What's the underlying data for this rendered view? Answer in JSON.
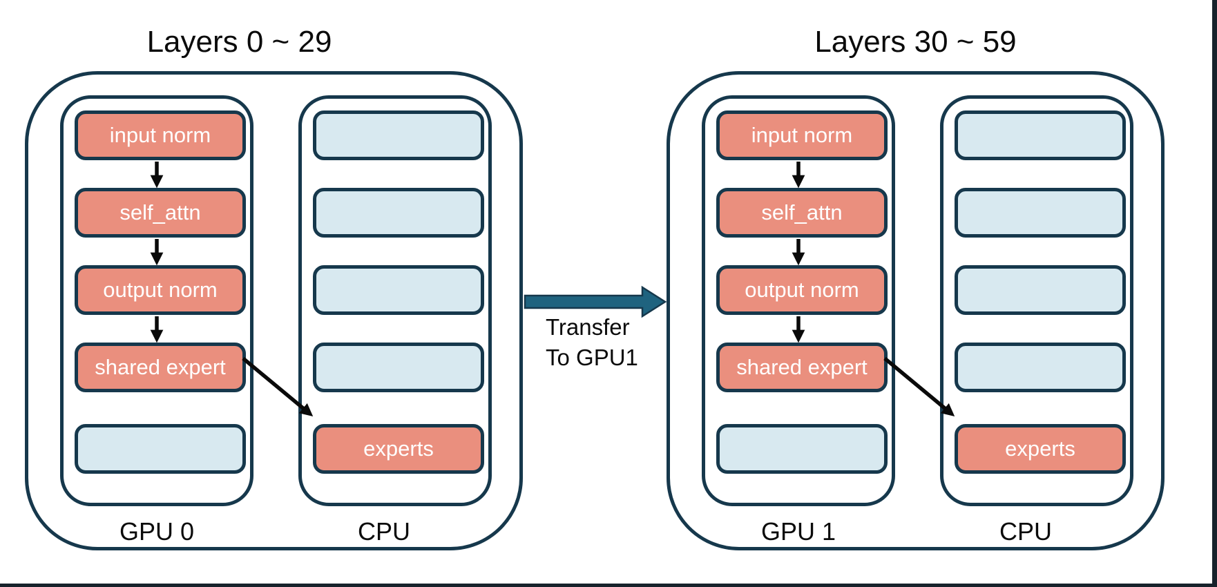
{
  "groups": [
    {
      "title": "Layers 0 ~ 29",
      "gpu": {
        "label": "GPU 0",
        "boxes": [
          "input norm",
          "self_attn",
          "output norm",
          "shared expert",
          ""
        ]
      },
      "cpu": {
        "label": "CPU",
        "boxes": [
          "",
          "",
          "",
          "",
          "experts"
        ]
      }
    },
    {
      "title": "Layers 30 ~ 59",
      "gpu": {
        "label": "GPU 1",
        "boxes": [
          "input norm",
          "self_attn",
          "output norm",
          "shared expert",
          ""
        ]
      },
      "cpu": {
        "label": "CPU",
        "boxes": [
          "",
          "",
          "",
          "",
          "experts"
        ]
      }
    }
  ],
  "transfer": {
    "line1": "Transfer",
    "line2": "To GPU1"
  },
  "colors": {
    "border_navy": "#16384C",
    "module_salmon": "#EA8F7E",
    "module_blue": "#D8E9F0",
    "transfer_arrow_teal": "#1F637F",
    "flow_arrow_black": "#0a0a0a",
    "text_black": "#0b0b0b",
    "module_text_white": "#ffffff",
    "frame_line": "#17222B"
  }
}
